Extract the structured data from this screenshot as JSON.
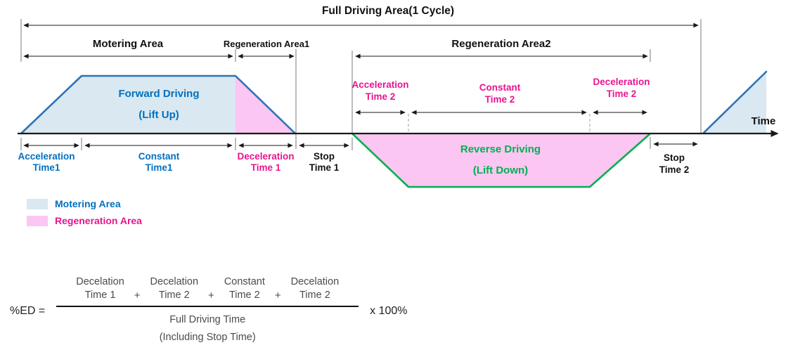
{
  "diagram": {
    "title": "Full Driving Area(1 Cycle)",
    "motering_area": "Motering Area",
    "regeneration_area1": "Regeneration Area1",
    "regeneration_area2": "Regeneration Area2",
    "forward_driving": {
      "line1": "Forward Driving",
      "line2": "(Lift Up)"
    },
    "reverse_driving": {
      "line1": "Reverse Driving",
      "line2": "(Lift Down)"
    },
    "time_axis_label": "Time",
    "segments": {
      "acceleration1": {
        "line1": "Acceleration",
        "line2": "Time1"
      },
      "constant1": {
        "line1": "Constant",
        "line2": "Time1"
      },
      "deceleration1": {
        "line1": "Deceleration",
        "line2": "Time 1"
      },
      "stop1": {
        "line1": "Stop",
        "line2": "Time 1"
      },
      "acceleration2": {
        "line1": "Acceleration",
        "line2": "Time 2"
      },
      "constant2": {
        "line1": "Constant",
        "line2": "Time 2"
      },
      "deceleration2": {
        "line1": "Deceleration",
        "line2": "Time 2"
      },
      "stop2": {
        "line1": "Stop",
        "line2": "Time 2"
      }
    },
    "legend": {
      "motering": "Motering Area",
      "regeneration": "Regeneration Area"
    }
  },
  "formula": {
    "lhs": "%ED =",
    "numerator": [
      {
        "line1": "Decelation",
        "line2": "Time 1"
      },
      {
        "line1": "Decelation",
        "line2": "Time 2"
      },
      {
        "line1": "Constant",
        "line2": "Time 2"
      },
      {
        "line1": "Decelation",
        "line2": "Time 2"
      }
    ],
    "operator": "+",
    "denominator": {
      "line1": "Full Driving Time",
      "line2": "(Including Stop Time)"
    },
    "multiplier": "x 100%"
  },
  "colors": {
    "motoring_fill": "#d9e8f1",
    "regeneration_fill": "#fbc6f2",
    "motoring_stroke": "#2e74b5",
    "regeneration_stroke": "#00b050",
    "blue_text": "#0070c0",
    "magenta_text": "#e8148f",
    "green_text": "#00b050"
  }
}
